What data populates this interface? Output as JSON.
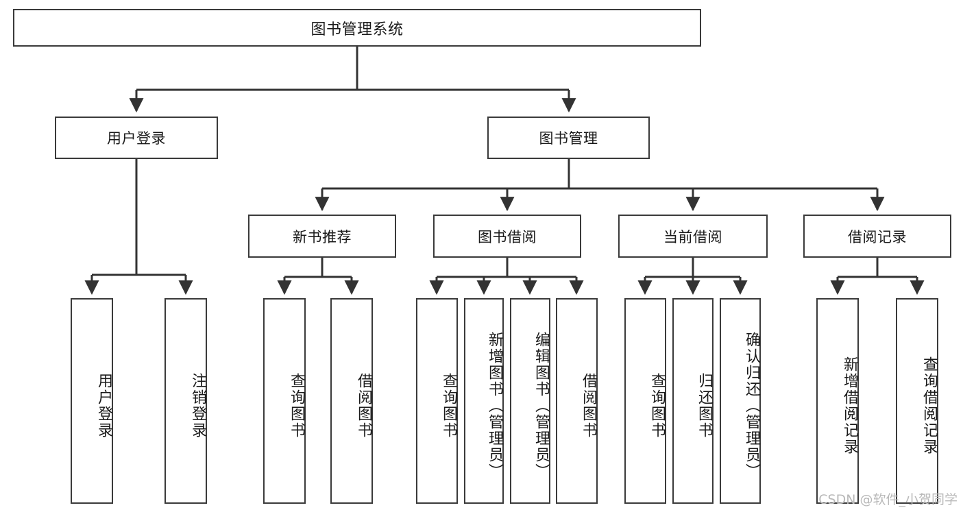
{
  "diagram": {
    "type": "tree-hierarchy-diagram",
    "title": "图书管理系统",
    "colors": {
      "box_border": "#3a3a3a",
      "box_fill": "#ffffff",
      "edge": "#333333",
      "text": "#1a1a1a",
      "watermark": "#b9b9b9",
      "background": "#ffffff"
    },
    "root": {
      "label": "图书管理系统"
    },
    "level2": [
      {
        "id": "user-login",
        "label": "用户登录"
      },
      {
        "id": "book-manage",
        "label": "图书管理"
      }
    ],
    "level3": [
      {
        "id": "new-book-recommend",
        "label": "新书推荐"
      },
      {
        "id": "book-borrow",
        "label": "图书借阅"
      },
      {
        "id": "current-borrow",
        "label": "当前借阅"
      },
      {
        "id": "borrow-record",
        "label": "借阅记录"
      }
    ],
    "leaves": {
      "user_login": [
        {
          "id": "leaf-user-login",
          "label": "用户登录"
        },
        {
          "id": "leaf-logout-login",
          "label": "注销登录"
        }
      ],
      "new_book_recommend": [
        {
          "id": "leaf-query-book-1",
          "label": "查询图书"
        },
        {
          "id": "leaf-borrow-book-1",
          "label": "借阅图书"
        }
      ],
      "book_borrow": [
        {
          "id": "leaf-query-book-2",
          "label": "查询图书"
        },
        {
          "id": "leaf-add-book",
          "label": "新增图书（管理员）"
        },
        {
          "id": "leaf-edit-book",
          "label": "编辑图书（管理员）"
        },
        {
          "id": "leaf-borrow-book-2",
          "label": "借阅图书"
        }
      ],
      "current_borrow": [
        {
          "id": "leaf-query-book-3",
          "label": "查询图书"
        },
        {
          "id": "leaf-return-book",
          "label": "归还图书"
        },
        {
          "id": "leaf-confirm-return",
          "label": "确认归还（管理员）"
        }
      ],
      "borrow_record": [
        {
          "id": "leaf-add-borrow-record",
          "label": "新增借阅记录"
        },
        {
          "id": "leaf-query-borrow-record",
          "label": "查询借阅记录"
        }
      ]
    },
    "watermark": "CSDN @软件_小贺同学"
  }
}
